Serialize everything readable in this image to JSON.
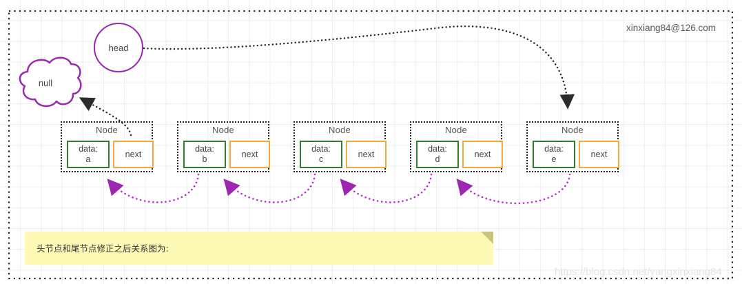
{
  "diagram": {
    "title_text": "",
    "email_tag": "xinxiang84@126.com",
    "watermark": "https://blog.csdn.net/yangxinxiang84",
    "head_label": "head",
    "null_label": "null",
    "node_title": "Node",
    "data_label": "data:",
    "next_label": "next",
    "nodes": [
      {
        "title": "Node",
        "data_label": "data:",
        "data_value": "a",
        "next_label": "next"
      },
      {
        "title": "Node",
        "data_label": "data:",
        "data_value": "b",
        "next_label": "next"
      },
      {
        "title": "Node",
        "data_label": "data:",
        "data_value": "c",
        "next_label": "next"
      },
      {
        "title": "Node",
        "data_label": "data:",
        "data_value": "d",
        "next_label": "next"
      },
      {
        "title": "Node",
        "data_label": "data:",
        "data_value": "e",
        "next_label": "next"
      }
    ],
    "note": {
      "text": "头节点和尾节点修正之后关系图为:"
    },
    "colors": {
      "purple": "#9C27B0",
      "green": "#2E7D32",
      "orange": "#F4A83C",
      "dotted_black": "#222222",
      "note_bg": "#FCFAB4",
      "note_fold": "#C9C57C",
      "grid": "#ededed"
    }
  }
}
